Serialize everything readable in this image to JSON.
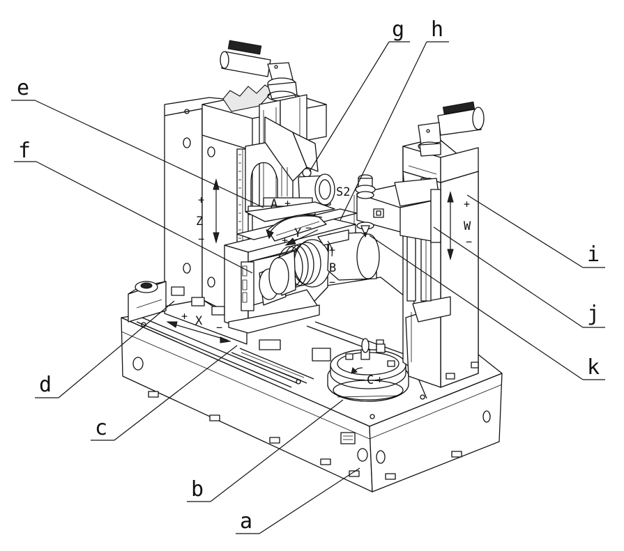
{
  "part_labels": {
    "a": "a",
    "b": "b",
    "c": "c",
    "d": "d",
    "e": "e",
    "f": "f",
    "g": "g",
    "h": "h",
    "i": "i",
    "j": "j",
    "k": "k"
  },
  "axes": {
    "Z": {
      "name": "Z",
      "plus": "+",
      "minus": "−"
    },
    "W": {
      "name": "W",
      "plus": "+",
      "minus": "−"
    },
    "X": {
      "name": "X",
      "plus": "+",
      "minus": "−"
    },
    "Y": {
      "name": "Y",
      "plus": "+",
      "minus": "−"
    },
    "A": {
      "name": "A",
      "plus": "+"
    },
    "B": {
      "name": "B",
      "plus": "+",
      "minus": "−"
    },
    "C": {
      "name": "C",
      "plus": "+",
      "minus": "−"
    },
    "S2": {
      "name": "S2"
    }
  }
}
